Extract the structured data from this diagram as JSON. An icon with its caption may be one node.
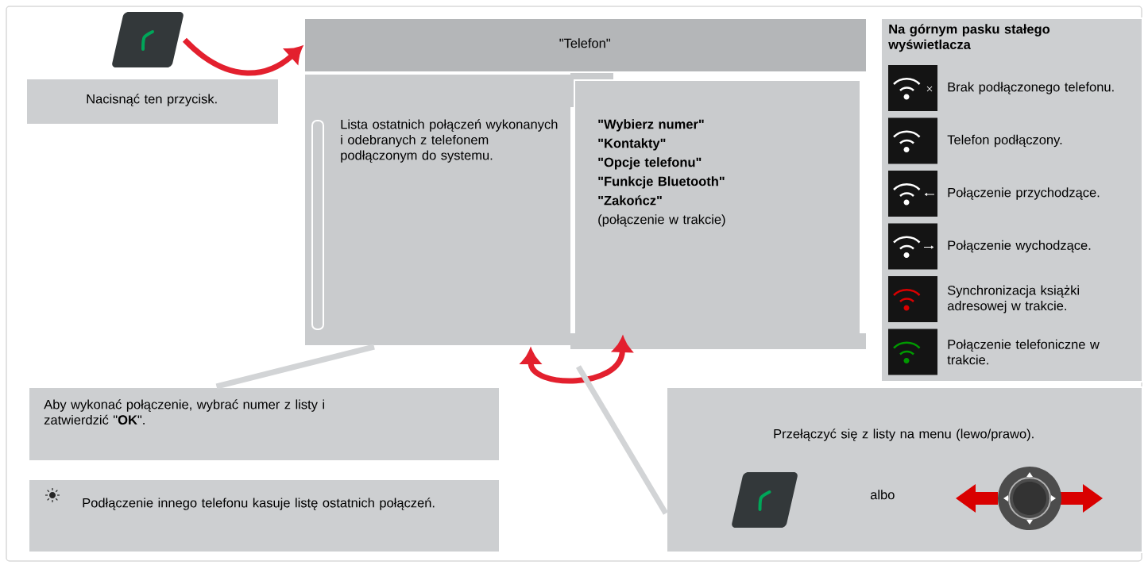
{
  "diagram": {
    "nodes": [
      {
        "text": [],
        "shape": "button"
      },
      {
        "text": [
          "Nacisnąć ten przycisk."
        ]
      },
      {
        "text": [
          "\"Telefon\""
        ]
      },
      {
        "text": [
          "Lista ostatnich połączeń wykonanych i odebranych z telefonem podłączonym do systemu."
        ]
      },
      {
        "text": [
          "\"Wybierz numer\"",
          "\"Kontakty\"",
          "\"Opcje telefonu\"",
          "\"Funkcje Bluetooth\"",
          "\"Zakończ\"",
          "(połączenie w trakcie)"
        ]
      },
      {
        "text": [
          "Aby wykonać połączenie, wybrać numer z listy i zatwierdzić \"**OK**\"."
        ]
      },
      {
        "text": [
          "Podłączenie innego telefonu kasuje listę ostatnich połączeń."
        ]
      },
      {
        "text": [
          "Przełączyć się z listy na menu (lewo/prawo).",
          "albo"
        ]
      },
      {
        "text": [
          "Na górnym pasku stałego wyświetlacza"
        ]
      }
    ],
    "edges": [
      {
        "from": 0,
        "to": 2,
        "arrow": "to",
        "color": "#e3202e"
      },
      {
        "from": 3,
        "to": 4,
        "arrow": "both",
        "color": "#e3202e"
      },
      {
        "from": 5,
        "to": 3,
        "arrow": "none",
        "color": "#d2d4d6"
      },
      {
        "from": 7,
        "to": null,
        "arrow": "none",
        "color": "#d2d4d6"
      }
    ],
    "legend": [
      {
        "text": "Brak podłączonego telefonu."
      },
      {
        "text": "Telefon podłączony."
      },
      {
        "text": "Połączenie przychodzące."
      },
      {
        "text": "Połączenie wychodzące."
      },
      {
        "text": "Synchronizacja książki adresowej w trakcie."
      },
      {
        "text": "Połączenie telefoniczne w trakcie."
      }
    ]
  }
}
